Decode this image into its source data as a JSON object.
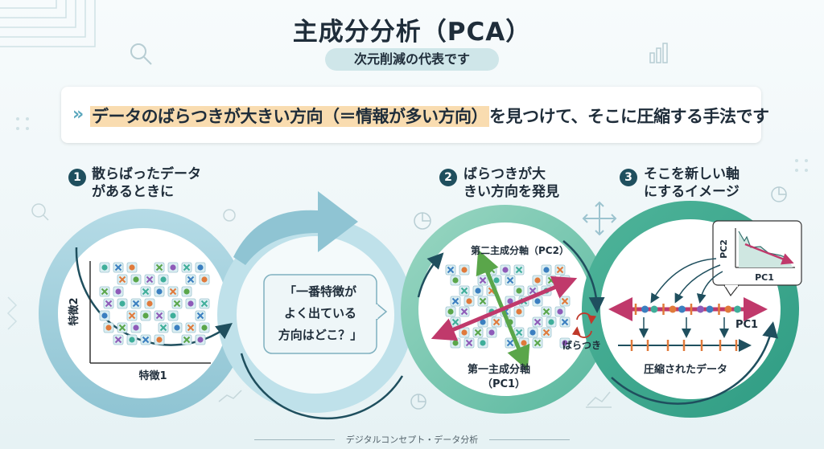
{
  "title": "主成分分析（PCA）",
  "subtitle": "次元削減の代表です",
  "banner": {
    "prefix": "»",
    "highlight": "データのばらつきが大きい方向（＝情報が多い方向）",
    "rest": "を見つけて、そこに圧縮する手法です"
  },
  "steps": [
    {
      "num": "1",
      "line1": "散らばったデータ",
      "line2": "があるときに"
    },
    {
      "num": "2",
      "line1": "ばらつきが大",
      "line2": "きい方向を発見"
    },
    {
      "num": "3",
      "line1": "そこを新しい軸",
      "line2": "にするイメージ"
    }
  ],
  "panel1": {
    "xlabel": "特徴1",
    "ylabel": "特徴2"
  },
  "bubble": {
    "line1": "「一番特徴が",
    "line2": "よく出ている",
    "line3": "方向はどこ？」"
  },
  "panel2": {
    "pc2_label": "第二主成分軸（PC2）",
    "pc1_label_1": "第一主成分軸",
    "pc1_label_2": "（PC1）",
    "variance_label": "ばらつき"
  },
  "panel3": {
    "axis_label": "PC1",
    "compressed_label": "圧縮されたデータ",
    "inset_xlabel": "PC1",
    "inset_ylabel": "PC2"
  },
  "footer": "デジタルコンセプト・データ分析",
  "colors": {
    "teal": "#3fae9a",
    "light_teal": "#a9dccd",
    "blue_ring": "#9ccad8",
    "navy": "#1f4f5e",
    "magenta": "#c0396b",
    "green_axis": "#5aa64a",
    "orange": "#e07a3b"
  }
}
